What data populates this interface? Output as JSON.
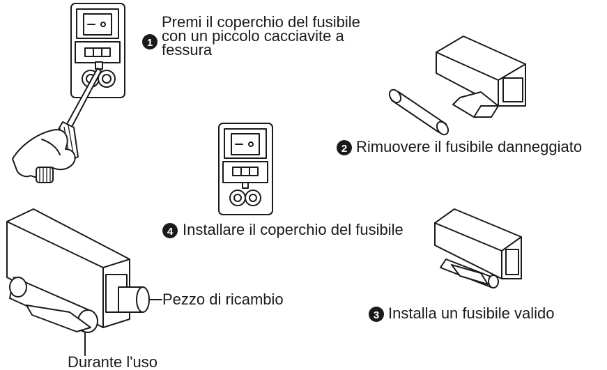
{
  "steps": [
    {
      "number": "1",
      "lines": [
        "Premi il coperchio del fusibile",
        "con un piccolo cacciavite a",
        "fessura"
      ]
    },
    {
      "number": "2",
      "text": "Rimuovere il fusibile danneggiato"
    },
    {
      "number": "3",
      "text": "Installa un fusibile valido"
    },
    {
      "number": "4",
      "text": "Installare il coperchio del fusibile"
    }
  ],
  "callouts": {
    "spare": "Pezzo di ricambio",
    "in_use": "Durante l'uso"
  },
  "colors": {
    "ink": "#1a1a1a",
    "background": "#ffffff"
  }
}
